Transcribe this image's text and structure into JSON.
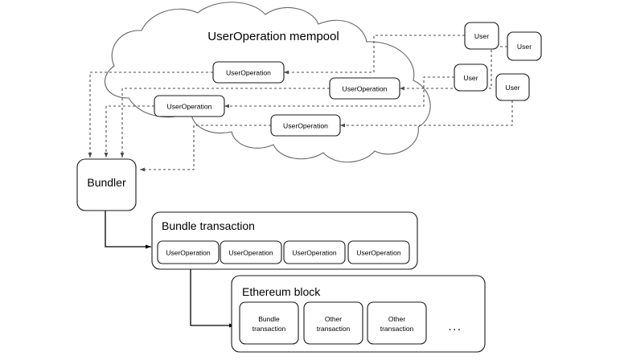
{
  "diagram": {
    "title_visible": false,
    "mempool": {
      "label": "UserOperation mempool",
      "operations": [
        {
          "id": "op1",
          "label": "UserOperation"
        },
        {
          "id": "op2",
          "label": "UserOperation"
        },
        {
          "id": "op3",
          "label": "UserOperation"
        },
        {
          "id": "op4",
          "label": "UserOperation"
        }
      ]
    },
    "users": [
      {
        "id": "user1",
        "label": "User"
      },
      {
        "id": "user2",
        "label": "User"
      },
      {
        "id": "user3",
        "label": "User"
      },
      {
        "id": "user4",
        "label": "User"
      }
    ],
    "bundler": {
      "label": "Bundler"
    },
    "bundle_transaction": {
      "label": "Bundle transaction",
      "operations": [
        {
          "label": "UserOperation"
        },
        {
          "label": "UserOperation"
        },
        {
          "label": "UserOperation"
        },
        {
          "label": "UserOperation"
        }
      ]
    },
    "ethereum_block": {
      "label": "Ethereum block",
      "transactions": [
        {
          "line1": "Bundle",
          "line2": "transaction"
        },
        {
          "line1": "Other",
          "line2": "transaction"
        },
        {
          "line1": "Other",
          "line2": "transaction"
        }
      ],
      "ellipsis": "..."
    },
    "colors": {
      "stroke_box": "#1a1a1a",
      "stroke_cloud": "#666666",
      "stroke_dashed": "#4d4d4d",
      "stroke_solid": "#000000",
      "background": "#ffffff"
    }
  }
}
